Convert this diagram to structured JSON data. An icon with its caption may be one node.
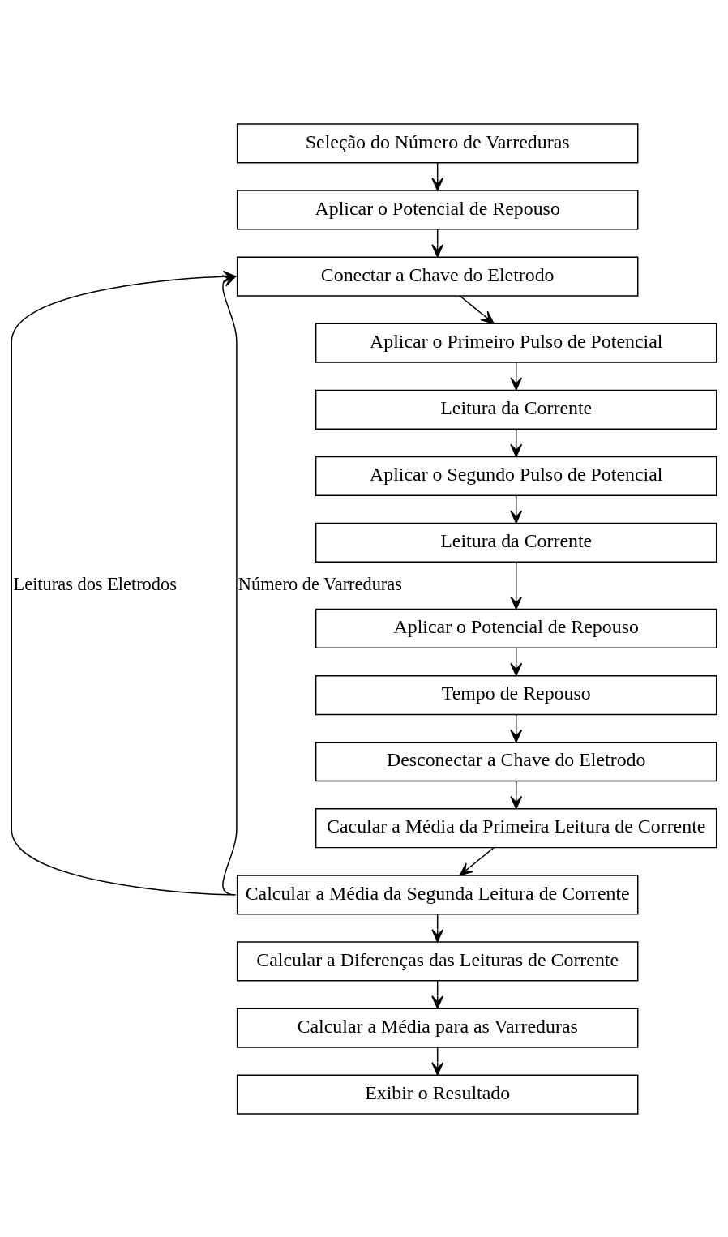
{
  "diagram": {
    "nodes": [
      {
        "text": [
          "Seleção do Número de Varreduras"
        ]
      },
      {
        "text": [
          "Aplicar o Potencial de Repouso"
        ]
      },
      {
        "text": [
          "Conectar a Chave do Eletrodo"
        ]
      },
      {
        "text": [
          "Aplicar o Primeiro Pulso de Potencial"
        ]
      },
      {
        "text": [
          "Leitura da Corrente"
        ]
      },
      {
        "text": [
          "Aplicar o Segundo Pulso de Potencial"
        ]
      },
      {
        "text": [
          "Leitura da Corrente"
        ]
      },
      {
        "text": [
          "Aplicar o Potencial de Repouso"
        ]
      },
      {
        "text": [
          "Tempo de Repouso"
        ]
      },
      {
        "text": [
          "Desconectar a Chave do Eletrodo"
        ]
      },
      {
        "text": [
          "Cacular a Média da Primeira Leitura de Corrente"
        ]
      },
      {
        "text": [
          "Calcular a Média da Segunda Leitura de Corrente"
        ]
      },
      {
        "text": [
          "Calcular a Diferenças das Leituras de Corrente"
        ]
      },
      {
        "text": [
          "Calcular a Média para as Varreduras"
        ]
      },
      {
        "text": [
          "Exibir o Resultado"
        ]
      }
    ],
    "edges": [
      {
        "from": 0,
        "to": 1,
        "arrow": "to"
      },
      {
        "from": 1,
        "to": 2,
        "arrow": "to"
      },
      {
        "from": 2,
        "to": 3,
        "arrow": "to"
      },
      {
        "from": 3,
        "to": 4,
        "arrow": "to"
      },
      {
        "from": 4,
        "to": 5,
        "arrow": "to"
      },
      {
        "from": 5,
        "to": 6,
        "arrow": "to"
      },
      {
        "from": 6,
        "to": 7,
        "arrow": "to"
      },
      {
        "from": 7,
        "to": 8,
        "arrow": "to"
      },
      {
        "from": 8,
        "to": 9,
        "arrow": "to"
      },
      {
        "from": 9,
        "to": 10,
        "arrow": "to"
      },
      {
        "from": 10,
        "to": 11,
        "arrow": "to"
      },
      {
        "from": 11,
        "to": 12,
        "arrow": "to"
      },
      {
        "from": 12,
        "to": 13,
        "arrow": "to"
      },
      {
        "from": 13,
        "to": 14,
        "arrow": "to"
      },
      {
        "from": 11,
        "to": 2,
        "arrow": "to",
        "label": "Leituras dos Eletrodos"
      },
      {
        "from": 11,
        "to": 2,
        "arrow": "to",
        "label": "Número de Varreduras"
      }
    ]
  }
}
